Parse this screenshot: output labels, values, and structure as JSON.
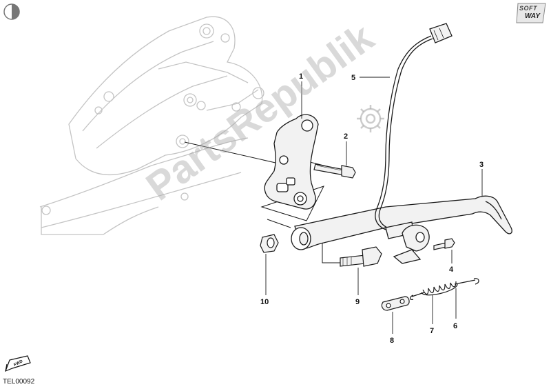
{
  "diagram": {
    "drawing_code": "TEL00092",
    "brand_logo": {
      "line1": "SOFT",
      "line2": "WAY"
    },
    "direction_badge": "FWD",
    "watermark": "PartsRepublik",
    "callouts": [
      "1",
      "2",
      "3",
      "4",
      "5",
      "6",
      "7",
      "8",
      "9",
      "10"
    ]
  },
  "icons": {
    "top_left": "half-circle-icon",
    "watermark_gear": "gear-icon",
    "direction": "fwd-arrow-icon"
  },
  "colors": {
    "ghost_frame": "#c4c4c4",
    "part_line": "#1a1a1a",
    "part_fill": "#f2f2f2",
    "watermark": "#aaaaaa"
  }
}
